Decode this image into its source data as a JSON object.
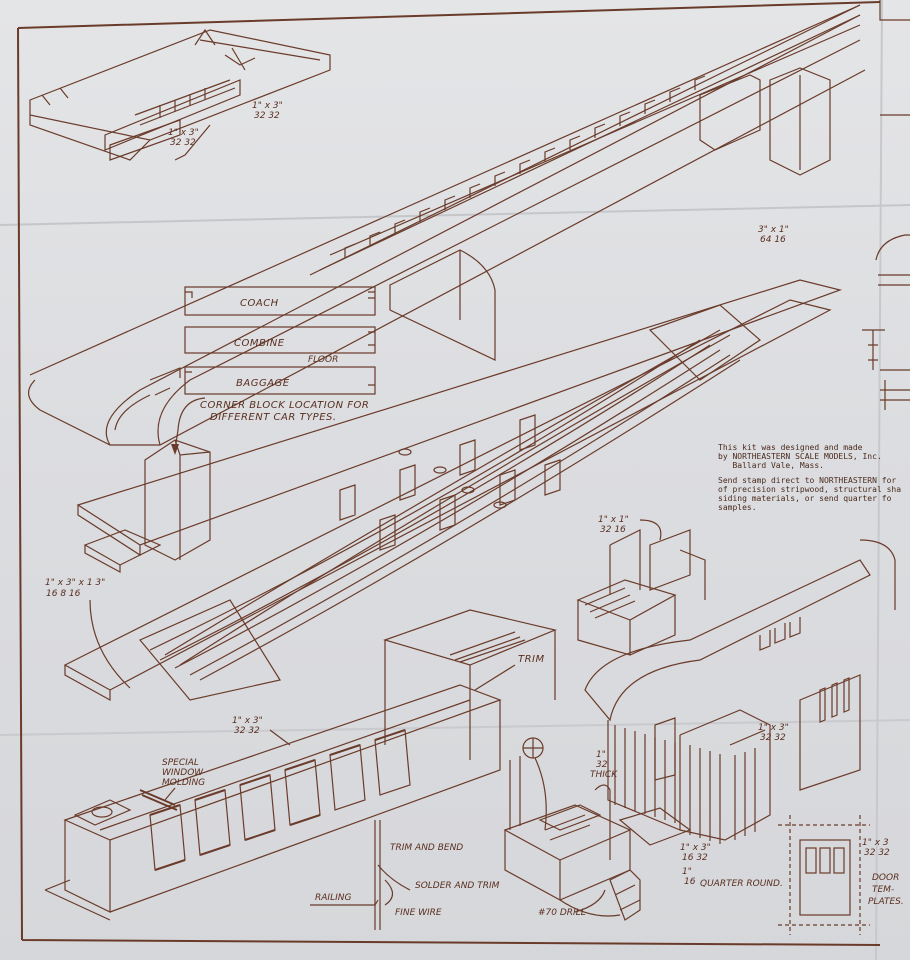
{
  "labels": {
    "coach": "COACH",
    "combine": "COMBINE",
    "floor": "FLOOR",
    "baggage": "BAGGAGE",
    "corner_block_1": "CORNER BLOCK LOCATION FOR",
    "corner_block_2": "DIFFERENT CAR TYPES.",
    "trim": "TRIM",
    "special_1": "SPECIAL",
    "special_2": "WINDOW",
    "special_3": "MOLDING",
    "trim_and_bend": "TRIM AND BEND",
    "solder_and_trim": "SOLDER AND TRIM",
    "railing": "RAILING",
    "fine_wire": "FINE WIRE",
    "drill": "#70 DRILL",
    "thick": "THICK",
    "quarter_round": "QUARTER ROUND.",
    "door_1": "DOOR",
    "door_2": "TEM-",
    "door_3": "PLATES."
  },
  "dimensions": {
    "d1": "1\" x 3\"",
    "d1b": "32  32",
    "d2": "1\" x 3\"",
    "d2b": "32  32",
    "d3": "3\" x 1\"",
    "d3b": "64  16",
    "d4": "1\" x 3\" x 1 3\"",
    "d4b": "16  8    16",
    "d5": "1\" x 1\"",
    "d5b": "32  16",
    "d6": "1\" x 3\"",
    "d6b": "32  32",
    "d7": "1\" x 3\"",
    "d7b": "32  32",
    "d8": "1\"",
    "d8b": "32",
    "d9": "1\" x 3\"",
    "d9b": "16  32",
    "d10": "1\"",
    "d10b": "16",
    "d11": "1\" x 3",
    "d11b": "32  32"
  },
  "note": {
    "line1": "This kit was designed and made",
    "line2": "by NORTHEASTERN SCALE MODELS, Inc.",
    "line3": "   Ballard Vale, Mass.",
    "line4": "Send stamp direct to NORTHEASTERN for",
    "line5": "of precision stripwood, structural sha",
    "line6": "siding materials, or send quarter fo",
    "line7": "samples."
  },
  "colors": {
    "ink": "#6a3b2a",
    "paper": "#e0e1e3"
  }
}
